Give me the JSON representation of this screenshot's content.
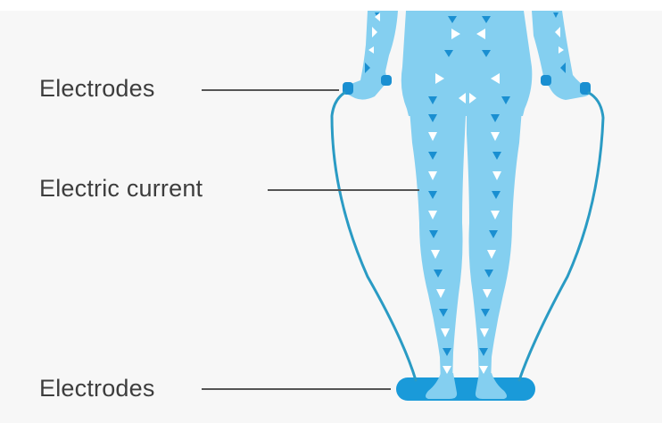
{
  "labels": {
    "electrodes_top": "Electrodes",
    "electric_current": "Electric current",
    "electrodes_bottom": "Electrodes"
  },
  "colors": {
    "body_fill": "#84cff0",
    "arrow_white": "#ffffff",
    "arrow_blue": "#1a8fd1",
    "wire": "#2a9bc4",
    "platform": "#1a9ad9",
    "text": "#3d3d3d",
    "background": "#f7f7f7"
  }
}
